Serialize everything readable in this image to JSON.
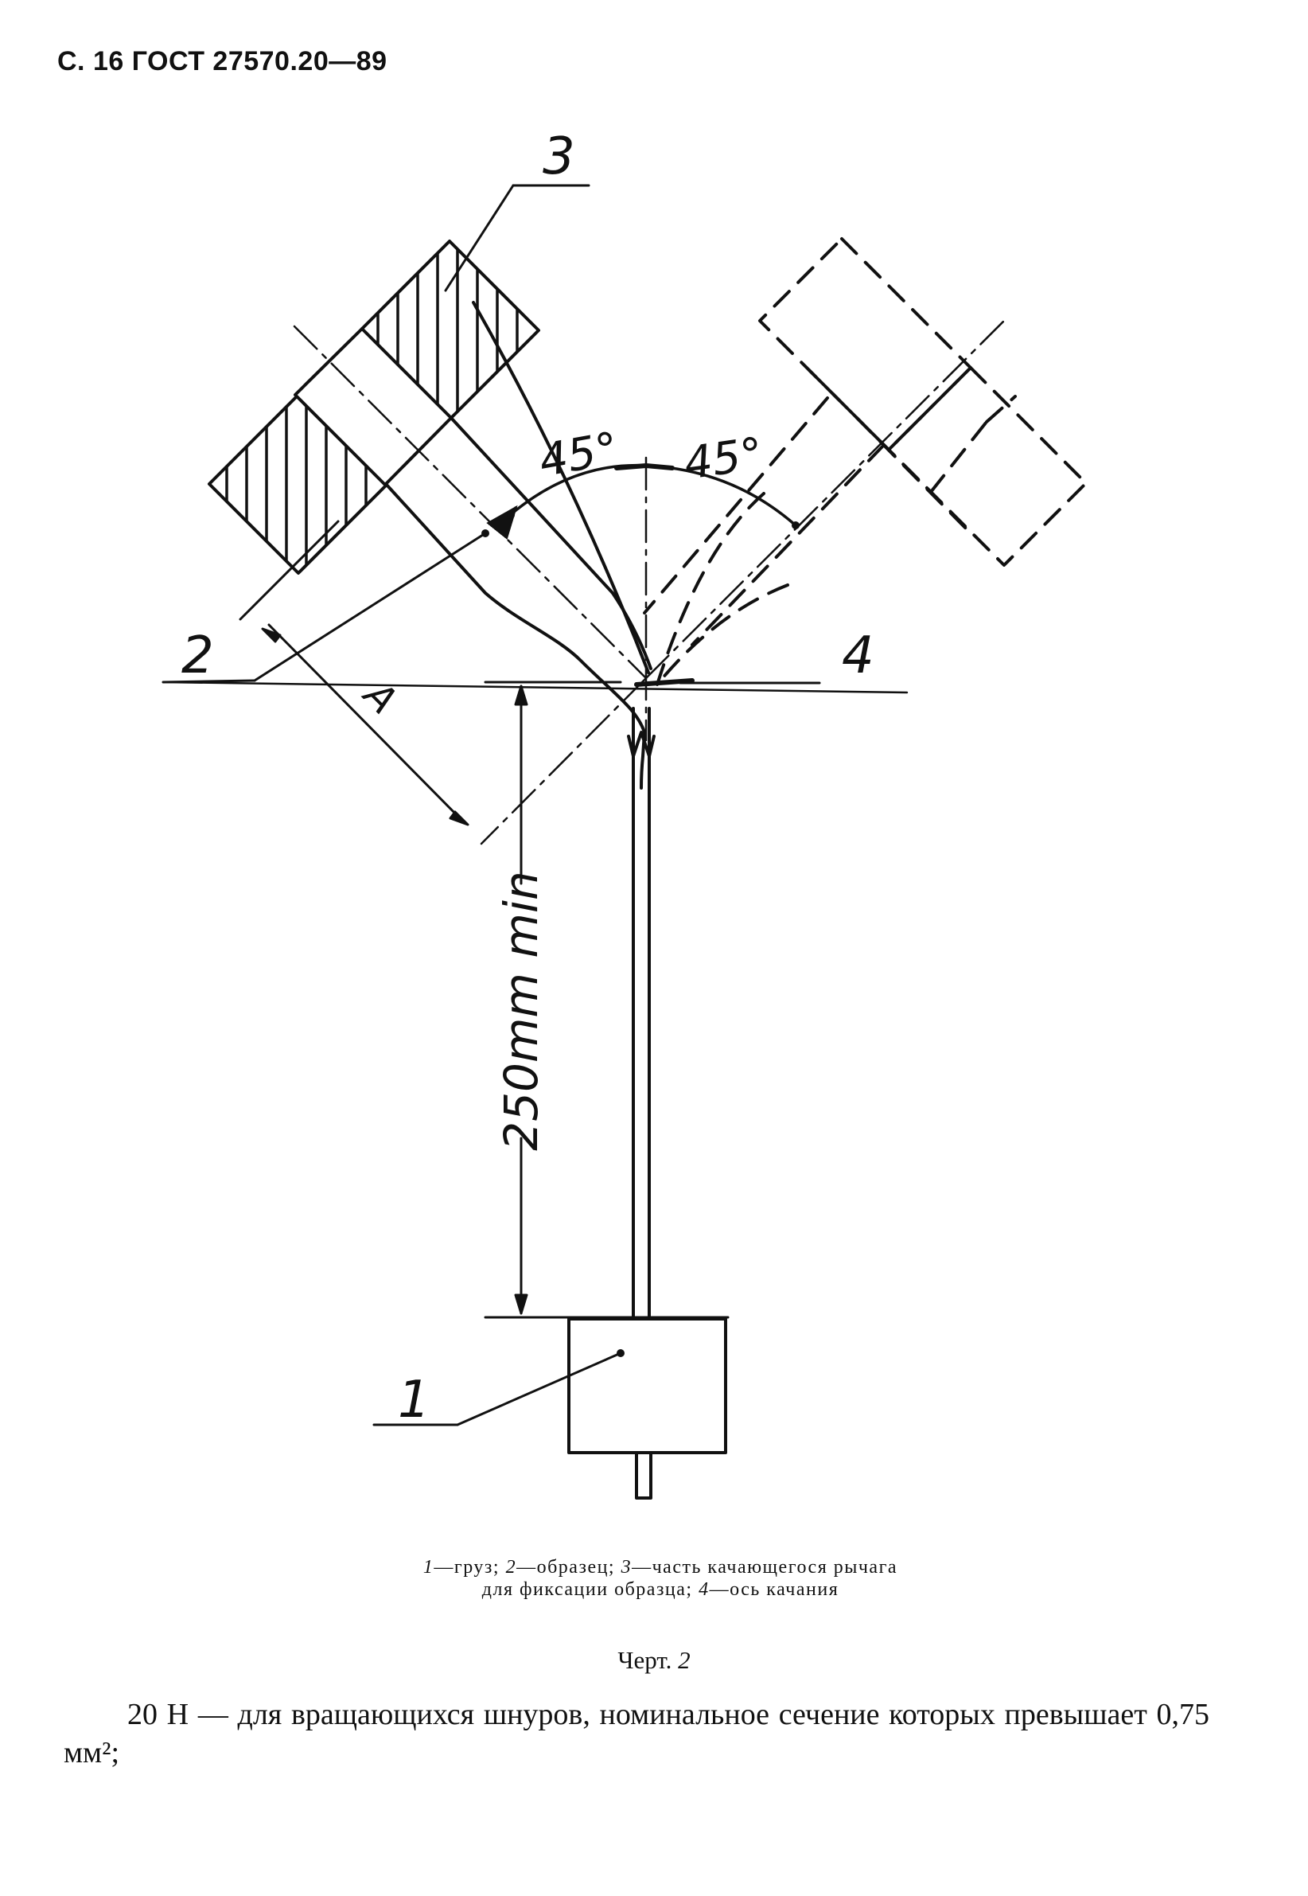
{
  "header": {
    "page": "С. 16",
    "standard": "ГОСТ 27570.20—89"
  },
  "drawing": {
    "labels": {
      "part1": "1",
      "part2": "2",
      "part3": "3",
      "part4": "4",
      "angle_left": "45°",
      "angle_right": "45°",
      "dimension_a": "A",
      "dimension_250": "250mm min"
    }
  },
  "caption": {
    "n1": "1",
    "t1": "—груз; ",
    "n2": "2",
    "t2": "—образец; ",
    "n3": "3",
    "t3": "—часть качающегося рычага для фиксации образца; ",
    "n4": "4",
    "t4": "—ось качания"
  },
  "figure_title": {
    "prefix": "Черт. ",
    "number": "2"
  },
  "body": {
    "paragraph": "20 Н — для вращающихся шнуров, номинальное сечение которых превышает 0,75 мм²;"
  }
}
